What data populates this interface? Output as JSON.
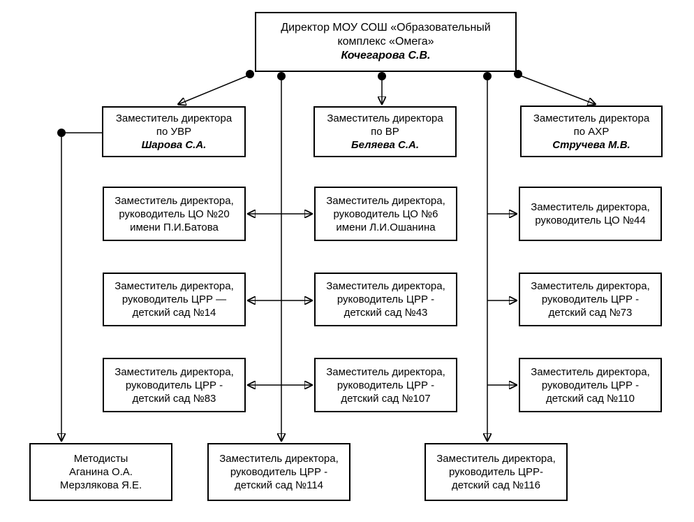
{
  "colors": {
    "background": "#ffffff",
    "box_border": "#000000",
    "connector": "#000000",
    "text": "#000000"
  },
  "boxes": {
    "director": {
      "lines": [
        "Директор МОУ СОШ «Образовательный",
        "комплекс «Омега»"
      ],
      "name": "Кочегарова С.В."
    },
    "deputy_uvr": {
      "lines": [
        "Заместитель директора",
        "по УВР"
      ],
      "name": "Шарова С.А."
    },
    "deputy_vr": {
      "lines": [
        "Заместитель директора",
        "по ВР"
      ],
      "name": "Беляева С.А."
    },
    "deputy_ahr": {
      "lines": [
        "Заместитель директора",
        "по АХР"
      ],
      "name": "Стручева М.В."
    },
    "co20": {
      "lines": [
        "Заместитель директора,",
        "руководитель ЦО №20",
        "имени П.И.Батова"
      ]
    },
    "co6": {
      "lines": [
        "Заместитель директора,",
        "руководитель ЦО №6",
        "имени Л.И.Ошанина"
      ]
    },
    "co44": {
      "lines": [
        "Заместитель директора,",
        "руководитель ЦО №44"
      ]
    },
    "ds14": {
      "lines": [
        "Заместитель директора,",
        "руководитель ЦРР —",
        "детский сад №14"
      ]
    },
    "ds43": {
      "lines": [
        "Заместитель директора,",
        "руководитель ЦРР -",
        "детский сад №43"
      ]
    },
    "ds73": {
      "lines": [
        "Заместитель директора,",
        "руководитель ЦРР -",
        "детский сад №73"
      ]
    },
    "ds83": {
      "lines": [
        "Заместитель директора,",
        "руководитель ЦРР -",
        "детский сад №83"
      ]
    },
    "ds107": {
      "lines": [
        "Заместитель директора,",
        "руководитель ЦРР -",
        "детский сад №107"
      ]
    },
    "ds110": {
      "lines": [
        "Заместитель директора,",
        "руководитель ЦРР -",
        "детский сад №110"
      ]
    },
    "methodists": {
      "lines": [
        "Методисты",
        "Аганина О.А.",
        "Мерзлякова Я.Е."
      ]
    },
    "ds114": {
      "lines": [
        "Заместитель директора,",
        "руководитель ЦРР -",
        "детский сад №114"
      ]
    },
    "ds116": {
      "lines": [
        "Заместитель директора,",
        "руководитель ЦРР-",
        "детский сад №116"
      ]
    }
  }
}
